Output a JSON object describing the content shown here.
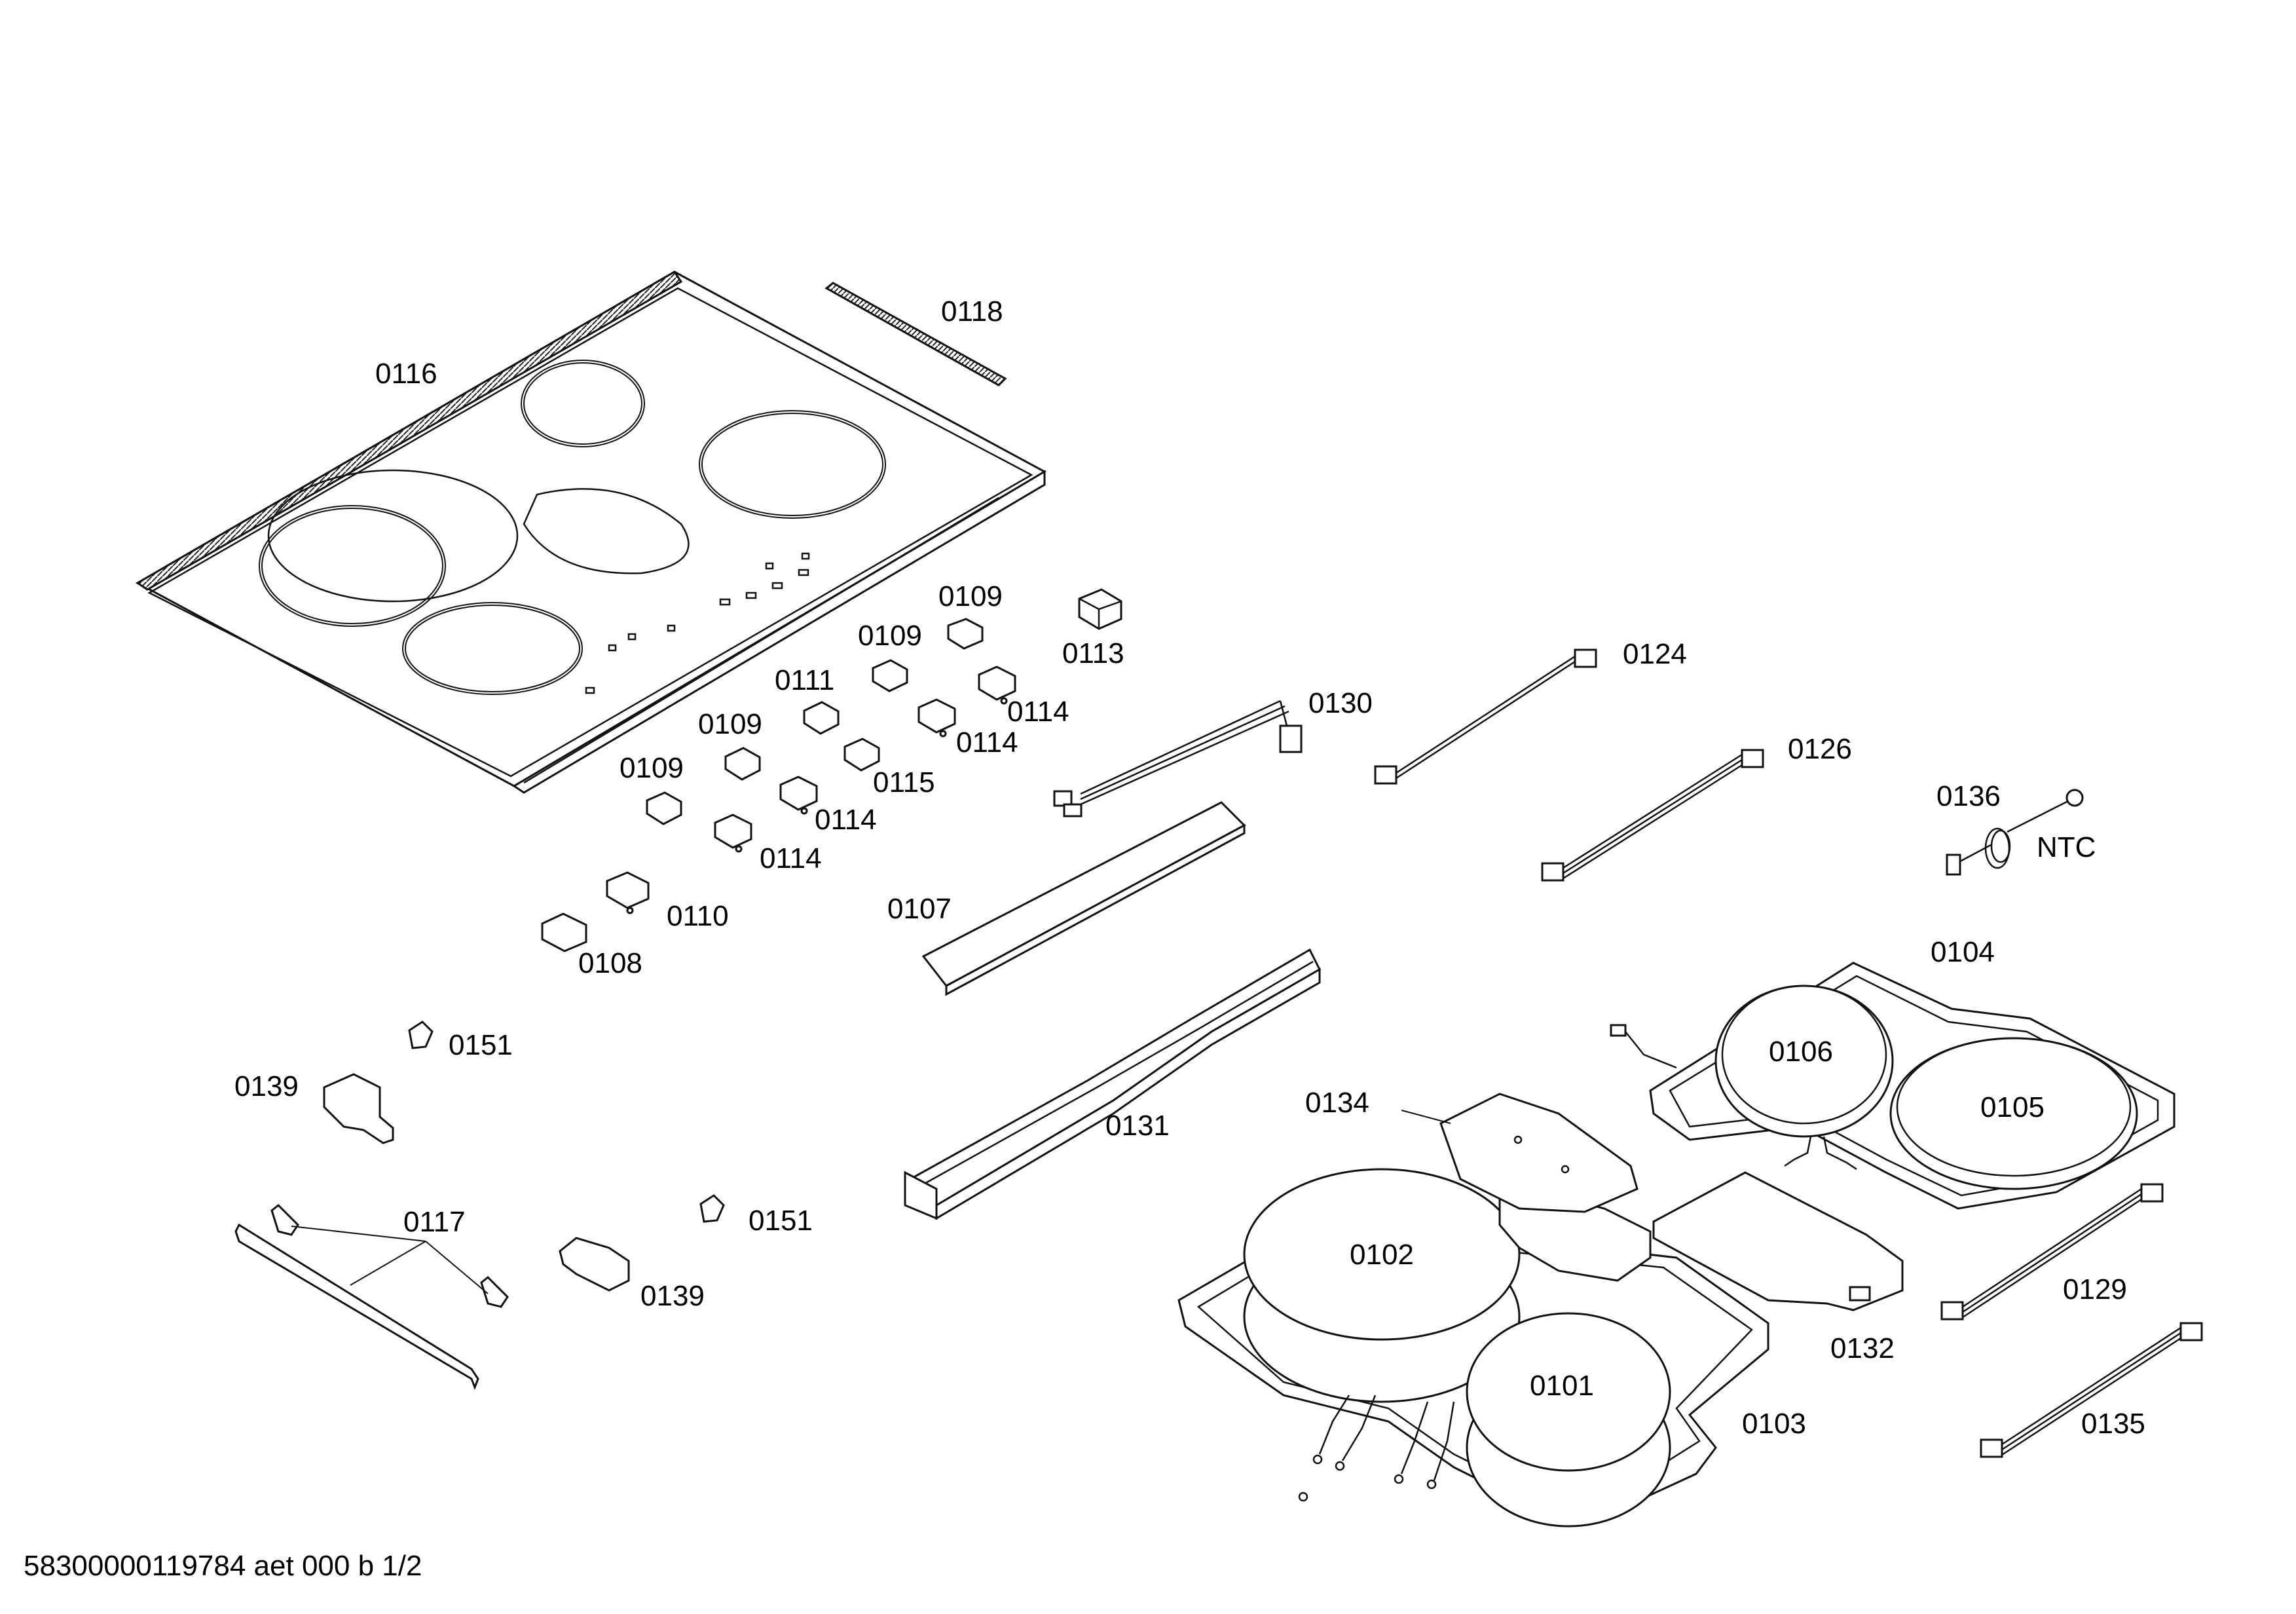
{
  "footer": {
    "code": "58300000119784 aet 000 b 1/2"
  },
  "labels": {
    "p0116": "0116",
    "p0118": "0118",
    "p0109a": "0109",
    "p0109b": "0109",
    "p0109c": "0109",
    "p0109d": "0109",
    "p0113": "0113",
    "p0111": "0111",
    "p0114a": "0114",
    "p0114b": "0114",
    "p0114c": "0114",
    "p0114d": "0114",
    "p0115": "0115",
    "p0110": "0110",
    "p0108": "0108",
    "p0130": "0130",
    "p0124": "0124",
    "p0126": "0126",
    "p0136": "0136",
    "ntc": "NTC",
    "p0107": "0107",
    "p0104": "0104",
    "p0106": "0106",
    "p0105": "0105",
    "p0151a": "0151",
    "p0151b": "0151",
    "p0139a": "0139",
    "p0139b": "0139",
    "p0131": "0131",
    "p0134": "0134",
    "p0117": "0117",
    "p0102": "0102",
    "p0101": "0101",
    "p0103": "0103",
    "p0132": "0132",
    "p0129": "0129",
    "p0135": "0135"
  },
  "icons": {
    "switch": "switch-cap-icon",
    "connector": "connector-plug-icon",
    "coil": "induction-coil-icon",
    "clip": "retaining-clip-icon"
  }
}
